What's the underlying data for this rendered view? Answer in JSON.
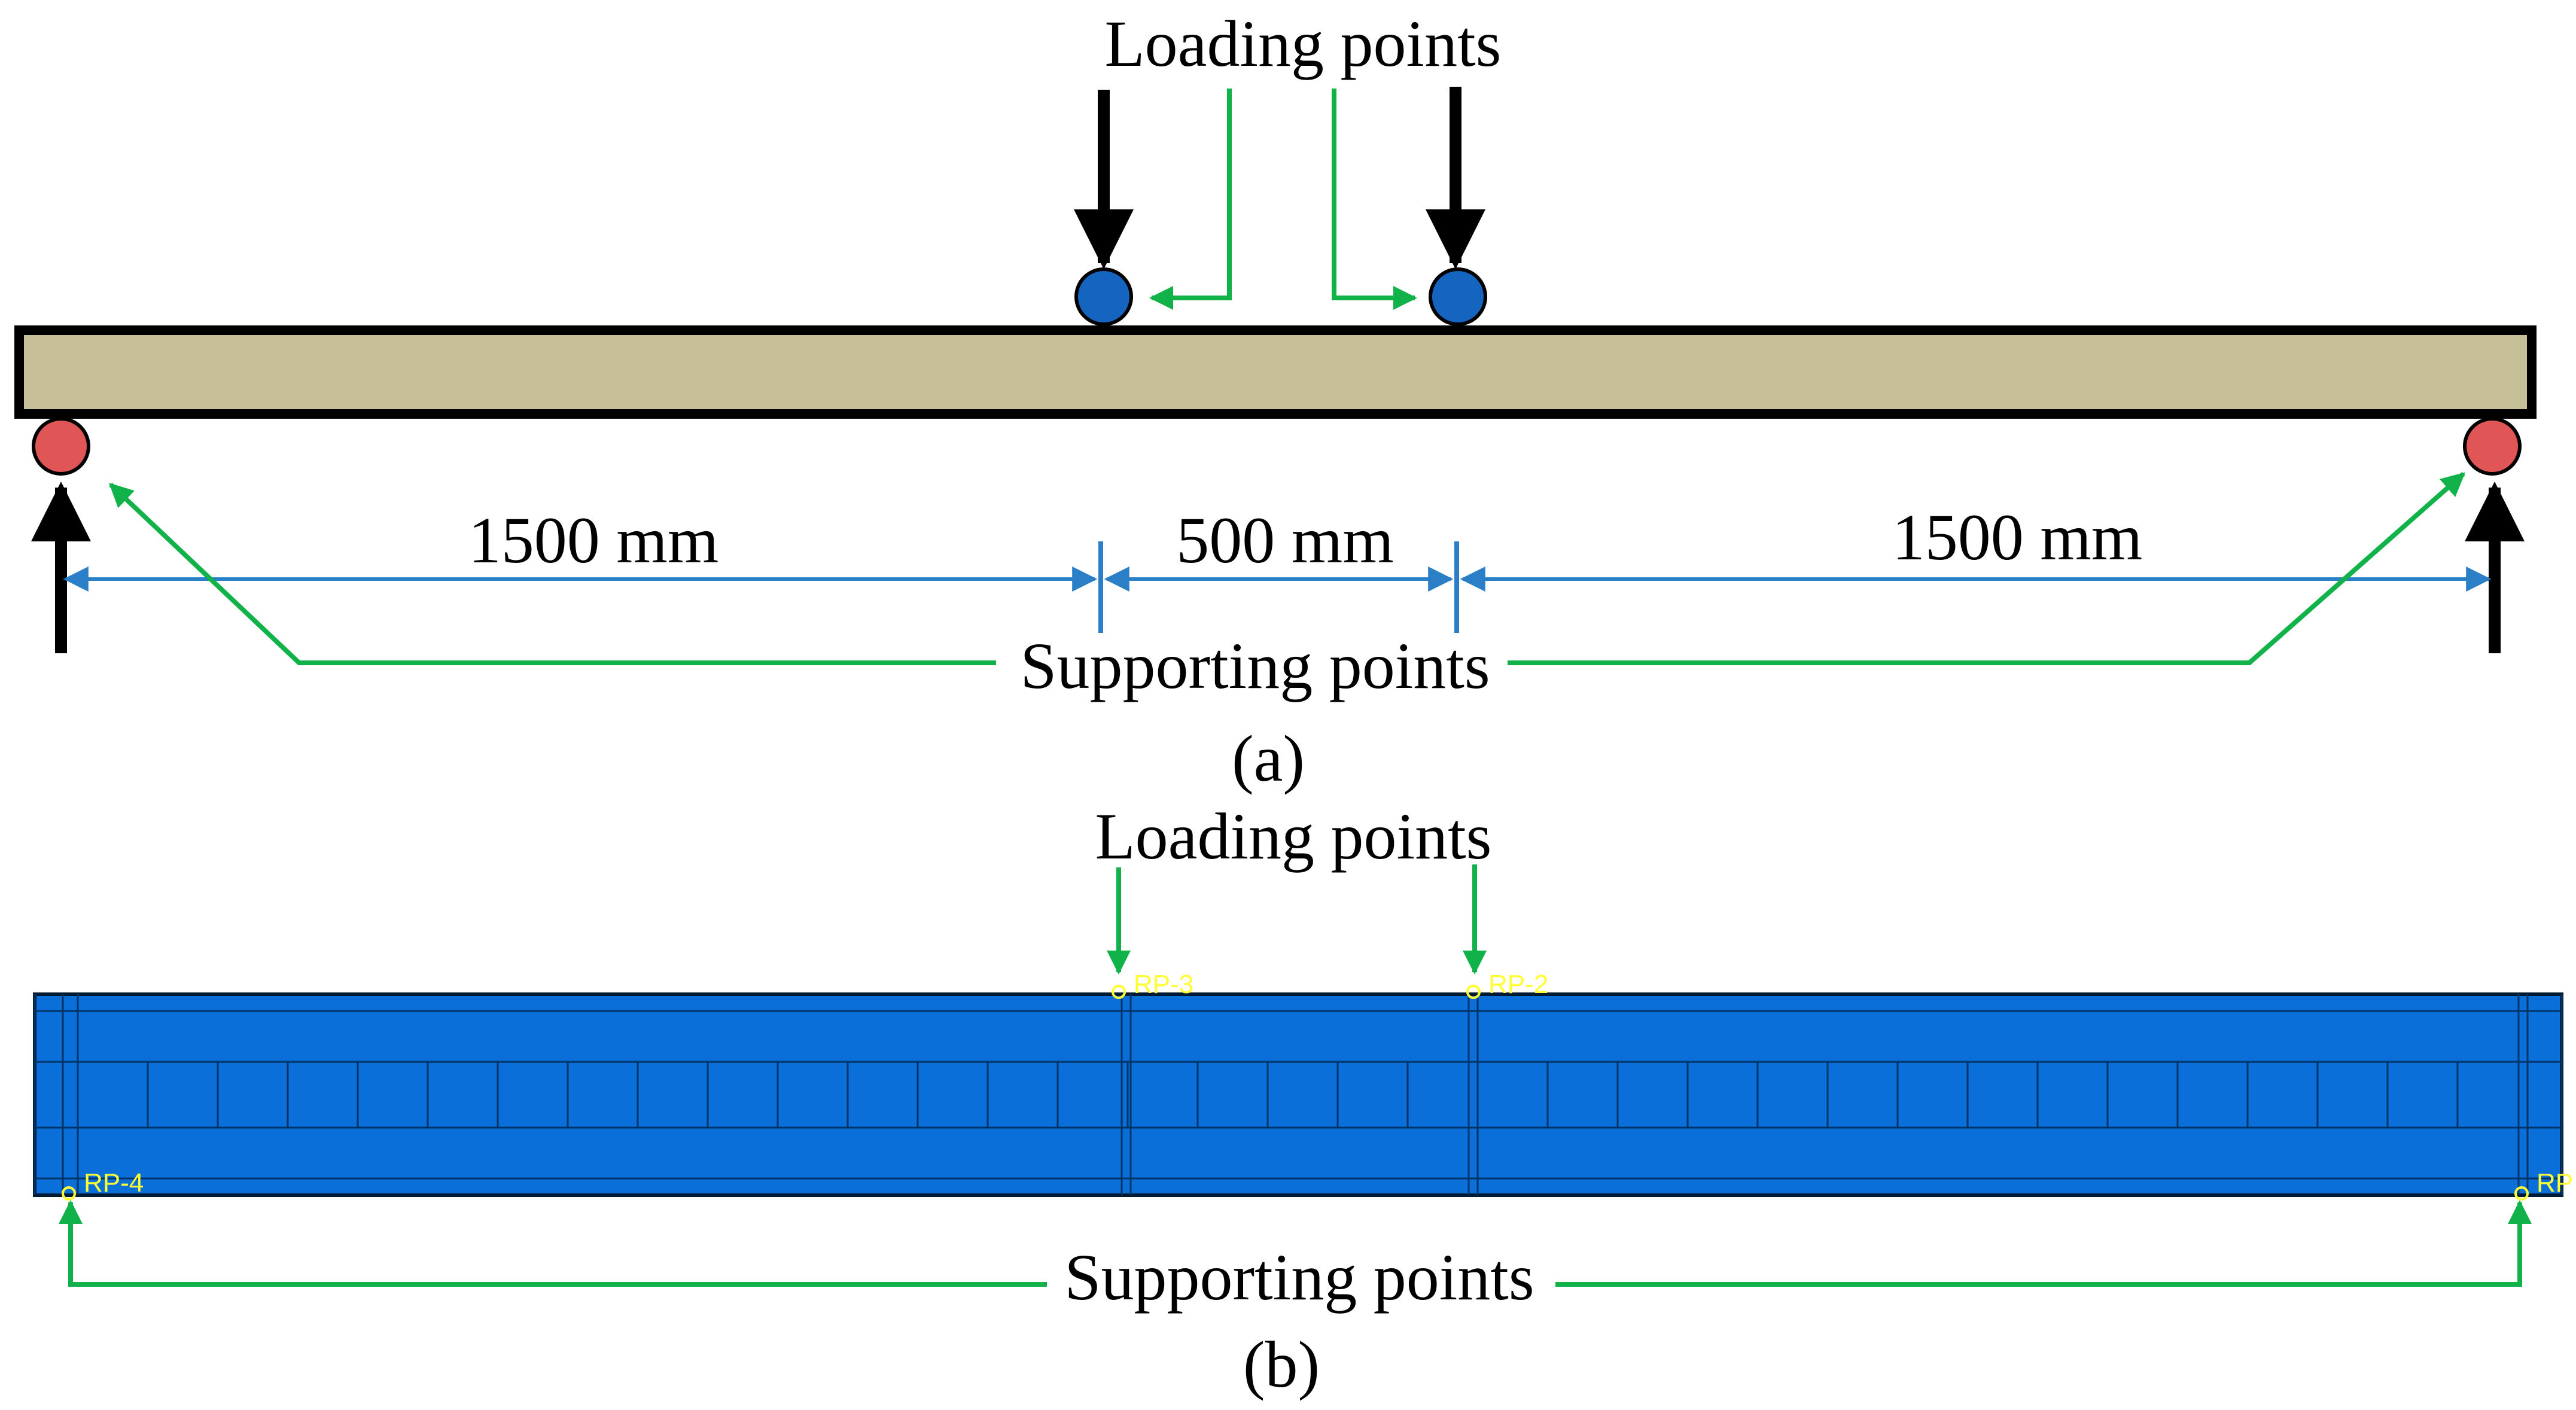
{
  "panel_a": {
    "loading_label": "Loading points",
    "supporting_label": "Supporting points",
    "dim_left": "1500 mm",
    "dim_mid": "500 mm",
    "dim_right": "1500 mm",
    "caption": "(a)"
  },
  "panel_b": {
    "loading_label": "Loading points",
    "supporting_label": "Supporting points",
    "caption": "(b)",
    "rp_labels": [
      "RP-3",
      "RP-2",
      "RP-4",
      "RP"
    ]
  },
  "colors": {
    "beam_fill": "#c7bf97",
    "load_point": "#1565c0",
    "support_point": "#e05555",
    "dimension": "#2a7fc7",
    "leader": "#12b24a",
    "fe_mesh": "#0a6fd8",
    "rp_marker": "#ffff33"
  }
}
